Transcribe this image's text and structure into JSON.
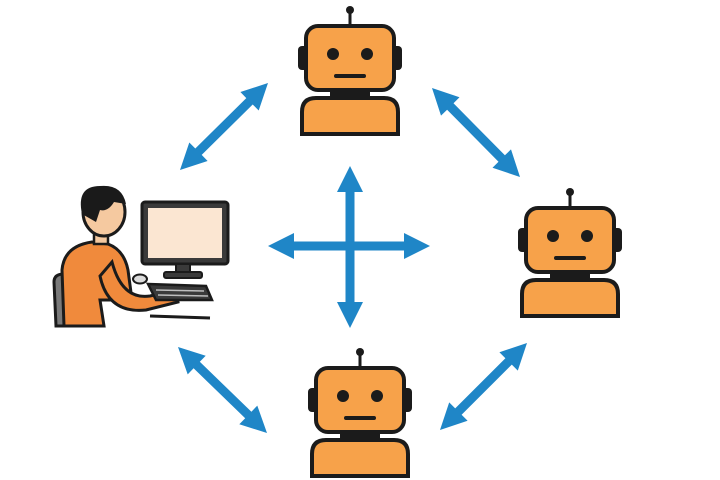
{
  "diagram": {
    "nodes": [
      {
        "id": "human",
        "kind": "human-at-computer"
      },
      {
        "id": "robot-top",
        "kind": "robot"
      },
      {
        "id": "robot-right",
        "kind": "robot"
      },
      {
        "id": "robot-bottom",
        "kind": "robot"
      }
    ],
    "edges": [
      {
        "from": "human",
        "to": "robot-top",
        "direction": "bidirectional"
      },
      {
        "from": "robot-top",
        "to": "robot-right",
        "direction": "bidirectional"
      },
      {
        "from": "robot-right",
        "to": "robot-bottom",
        "direction": "bidirectional"
      },
      {
        "from": "robot-bottom",
        "to": "human",
        "direction": "bidirectional"
      }
    ],
    "center": {
      "kind": "four-way-arrow"
    },
    "colors": {
      "arrow": "#1f86c7",
      "robot_body": "#f7a24a",
      "robot_outline": "#1b1b1b",
      "shirt": "#f08a3c",
      "monitor_screen": "#fbe6d2",
      "chair": "#7a7a7a",
      "hair": "#1a1a1a",
      "skin": "#f5c9a0"
    }
  }
}
